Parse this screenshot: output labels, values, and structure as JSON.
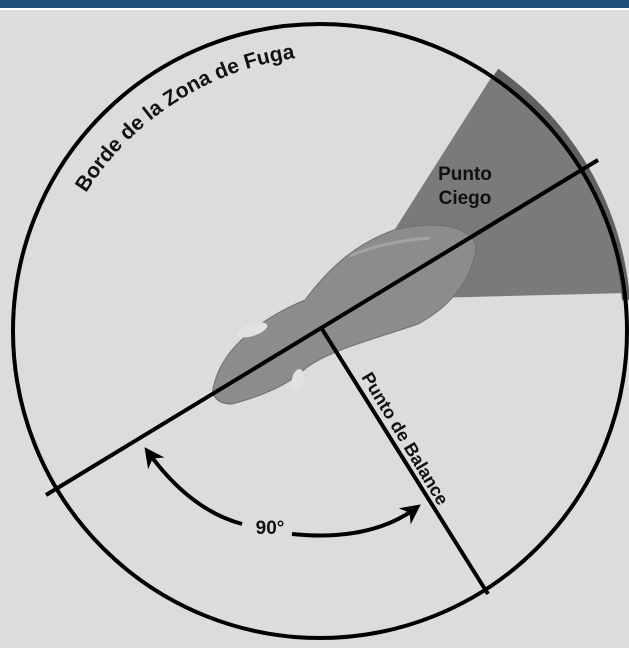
{
  "colors": {
    "top_bar": "#1f4e79",
    "panel_background": "#dcdcdc",
    "outline": "#000000",
    "blind_spot_fill": "#7a7a7a",
    "blind_spot_edge": "#606060",
    "animal_fill": "#8c8c8c"
  },
  "labels": {
    "flight_zone_edge": "Borde de la Zona de Fuga",
    "blind_spot_line1": "Punto",
    "blind_spot_line2": "Ciego",
    "point_of_balance": "Punto de Balance",
    "angle": "90°"
  },
  "icons": {
    "animal": "cow-top-view-icon",
    "angle_arrow": "double-headed-curved-arrow-icon"
  }
}
